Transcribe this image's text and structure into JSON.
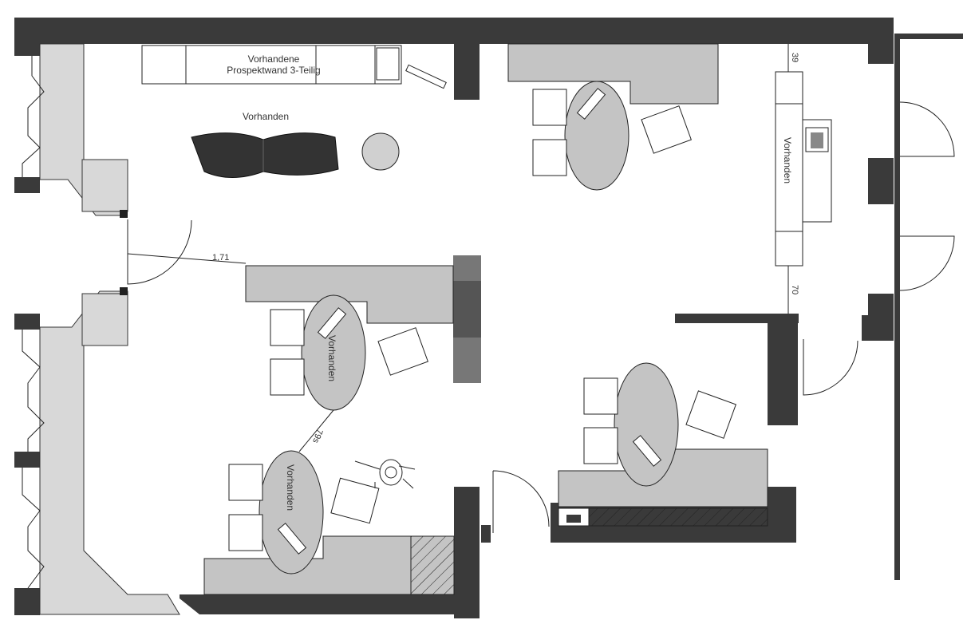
{
  "title": "Floor plan",
  "labels": {
    "prospect_line1": "Vorhandene",
    "prospect_line2": "Prospektwand 3-Teilig",
    "sofa": "Vorhanden",
    "desk_center": "Vorhanden",
    "desk_bottom_left": "Vorhanden",
    "shelf_right": "Vorhanden"
  },
  "dimensions": {
    "door_to_desk": "1,71",
    "desk_to_desk": "79s",
    "top_right_gap": "39",
    "right_gap": "70"
  },
  "colors": {
    "wall": "#3a3a3a",
    "furniture": "#c4c4c4",
    "sofa": "#333333"
  }
}
